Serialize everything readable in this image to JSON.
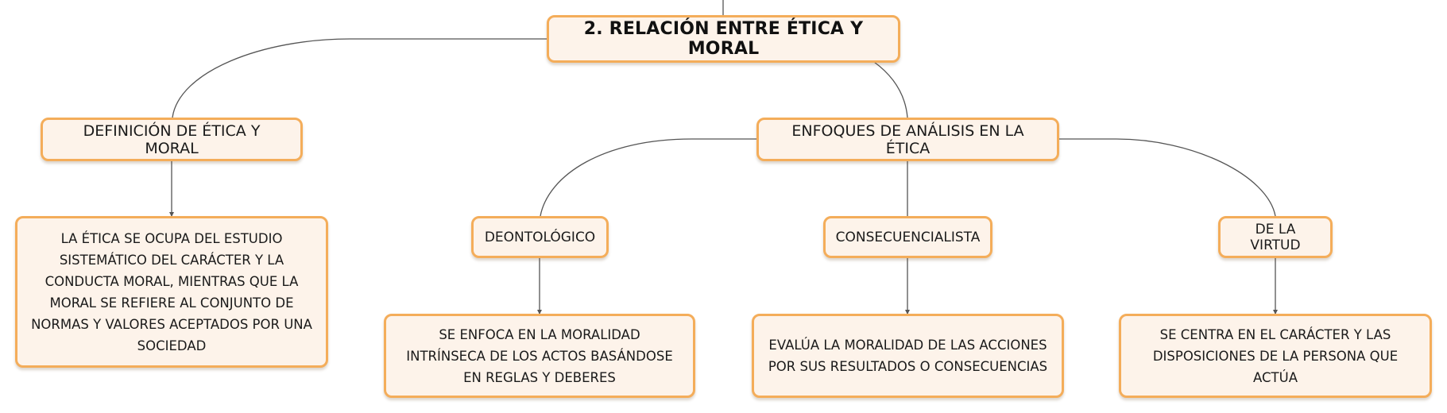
{
  "colors": {
    "node_fill": "#fdf3ea",
    "node_border": "#f4ad5a",
    "connector": "#555555",
    "text": "#1a1a1a"
  },
  "root": {
    "label": "2. RELACIÓN ENTRE ÉTICA Y MORAL"
  },
  "branches": {
    "definicion": {
      "label": "DEFINICIÓN DE ÉTICA Y MORAL",
      "detail": "LA ÉTICA SE OCUPA DEL ESTUDIO SISTEMÁTICO DEL CARÁCTER Y LA CONDUCTA MORAL, MIENTRAS QUE LA MORAL SE REFIERE AL CONJUNTO DE NORMAS Y VALORES ACEPTADOS POR UNA SOCIEDAD"
    },
    "enfoques": {
      "label": "ENFOQUES DE ANÁLISIS EN LA ÉTICA",
      "children": [
        {
          "label": "DEONTOLÓGICO",
          "detail": "SE ENFOCA EN LA MORALIDAD INTRÍNSECA DE LOS ACTOS BASÁNDOSE EN REGLAS Y DEBERES"
        },
        {
          "label": "CONSECUENCIALISTA",
          "detail": "EVALÚA LA MORALIDAD DE LAS ACCIONES POR SUS RESULTADOS O CONSECUENCIAS"
        },
        {
          "label": "DE LA VIRTUD",
          "detail": "SE CENTRA EN EL CARÁCTER Y LAS DISPOSICIONES DE LA PERSONA QUE ACTÚA"
        }
      ]
    }
  }
}
